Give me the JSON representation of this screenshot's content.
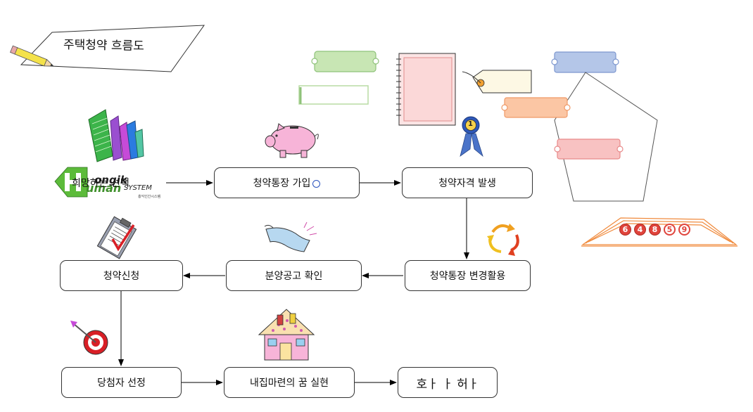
{
  "title_note": "주택청약 흐름도",
  "nodes": {
    "choose": "희망하는 선택",
    "join": "청약통장 가입",
    "eligibility": "청약자격 발생",
    "change": "청약통장 변경활용",
    "notice": "분양공고 확인",
    "apply": "청약신청",
    "winner": "당첨자 선정",
    "dream": "내집마련의 꿈 실현",
    "cheer": "호ㅏ ㅏ 허ㅏ"
  },
  "logo": {
    "brand": "ongik",
    "word": "uman",
    "system": "SYSTEM",
    "sub": "홍익인간시스템"
  },
  "coins": [
    "6",
    "4",
    "8",
    "5",
    "9"
  ],
  "ribbon_number": "1",
  "colors": {
    "border": "#333333",
    "green_label": "#c8e6b4",
    "blue_label": "#b4c6e8",
    "orange_label": "#fbc6a4",
    "red_label": "#f8c2c2",
    "coin_red": "#e0443c",
    "wave_orange": "#f08a3c"
  }
}
